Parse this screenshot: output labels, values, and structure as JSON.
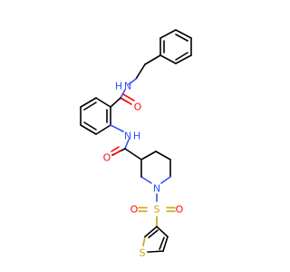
{
  "colors": {
    "carbon": "#000000",
    "oxygen": "#ff0d0d",
    "nitrogen": "#3050f8",
    "sulfur": "#c8a200",
    "background": "#ffffff"
  },
  "atoms": {
    "amide_nh_upper": {
      "label": "N",
      "h_label": "H",
      "element": "N"
    },
    "carbonyl_o_upper": {
      "label": "O",
      "element": "O"
    },
    "amide_nh_lower": {
      "label": "N",
      "h_label": "H",
      "element": "N"
    },
    "carbonyl_o_lower": {
      "label": "O",
      "element": "O"
    },
    "piperidine_n": {
      "label": "N",
      "element": "N"
    },
    "sulfonyl_s": {
      "label": "S",
      "element": "S"
    },
    "sulfonyl_o_left": {
      "label": "O",
      "element": "O"
    },
    "sulfonyl_o_right": {
      "label": "O",
      "element": "O"
    },
    "thiophene_s": {
      "label": "S",
      "element": "S"
    }
  }
}
